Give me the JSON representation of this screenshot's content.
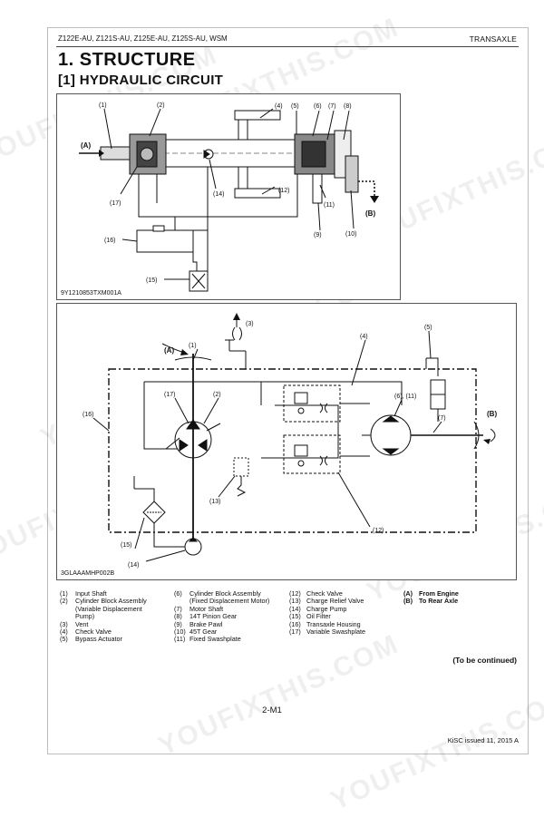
{
  "header": {
    "models": "Z122E-AU, Z121S-AU, Z125E-AU, Z125S-AU, WSM",
    "section": "TRANSAXLE"
  },
  "title": "1.  STRUCTURE",
  "subtitle": "[1]  HYDRAULIC CIRCUIT",
  "figure1": {
    "code": "9Y1210853TXM001A",
    "labels": {
      "n1": "(1)",
      "n2": "(2)",
      "n4": "(4)",
      "n5": "(5)",
      "n6": "(6)",
      "n7": "(7)",
      "n8": "(8)",
      "n9": "(9)",
      "n10": "(10)",
      "n11": "(11)",
      "n12": "(12)",
      "n14": "(14)",
      "n15": "(15)",
      "n16": "(16)",
      "n17": "(17)",
      "a": "(A)",
      "b": "(B)"
    }
  },
  "figure2": {
    "code": "3GLAAAMHP002B",
    "labels": {
      "n1": "(1)",
      "n2": "(2)",
      "n3": "(3)",
      "n4": "(4)",
      "n5": "(5)",
      "n6_11": "(6), (11)",
      "n7": "(7)",
      "n12": "(12)",
      "n13": "(13)",
      "n14": "(14)",
      "n15": "(15)",
      "n16": "(16)",
      "n17": "(17)",
      "a": "(A)",
      "b": "(B)"
    }
  },
  "legend": {
    "col1": [
      {
        "n": "(1)",
        "t": "Input Shaft"
      },
      {
        "n": "(2)",
        "t": "Cylinder Block Assembly\n(Variable Displacement\nPump)"
      },
      {
        "n": "(3)",
        "t": "Vent"
      },
      {
        "n": "(4)",
        "t": "Check Valve"
      },
      {
        "n": "(5)",
        "t": "Bypass Actuator"
      }
    ],
    "col2": [
      {
        "n": "(6)",
        "t": "Cylinder Block Assembly\n(Fixed Displacement Motor)"
      },
      {
        "n": "(7)",
        "t": "Motor Shaft"
      },
      {
        "n": "(8)",
        "t": "14T Pinion Gear"
      },
      {
        "n": "(9)",
        "t": "Brake Pawl"
      },
      {
        "n": "(10)",
        "t": "45T Gear"
      },
      {
        "n": "(11)",
        "t": "Fixed Swashplate"
      }
    ],
    "col3": [
      {
        "n": "(12)",
        "t": "Check Valve"
      },
      {
        "n": "(13)",
        "t": "Charge Relief Valve"
      },
      {
        "n": "(14)",
        "t": "Charge Pump"
      },
      {
        "n": "(15)",
        "t": "Oil Filter"
      },
      {
        "n": "(16)",
        "t": "Transaxle Housing"
      },
      {
        "n": "(17)",
        "t": "Variable Swashplate"
      }
    ],
    "col4": [
      {
        "n": "(A)",
        "t": "From Engine"
      },
      {
        "n": "(B)",
        "t": "To Rear Axle"
      }
    ]
  },
  "continued": "(To be continued)",
  "page_number": "2-M1",
  "issued": "KiSC issued 11, 2015 A",
  "watermark": "YOUFIXTHIS.COM"
}
